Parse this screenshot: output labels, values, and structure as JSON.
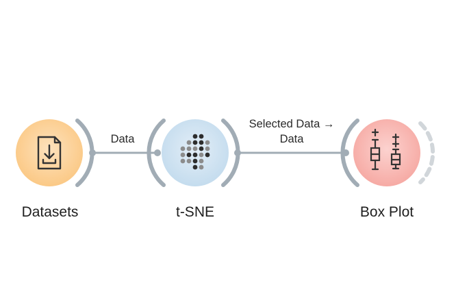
{
  "nodes": [
    {
      "id": "datasets",
      "label": "Datasets",
      "icon": "datasets-download-icon",
      "fill": "#fcd19a"
    },
    {
      "id": "tsne",
      "label": "t-SNE",
      "icon": "tsne-dot-grid-icon",
      "fill": "#cfe3f2"
    },
    {
      "id": "boxplot",
      "label": "Box Plot",
      "icon": "box-plot-icon",
      "fill": "#f9b9b4"
    }
  ],
  "links": [
    {
      "from": "datasets",
      "to": "tsne",
      "label": "Data"
    },
    {
      "from": "tsne",
      "to": "boxplot",
      "label_line1": "Selected Data →",
      "label_line2": "Data"
    }
  ],
  "colors": {
    "link": "#a1acb5",
    "channel_arc": "#a1acb5",
    "icon_stroke": "#333333"
  }
}
